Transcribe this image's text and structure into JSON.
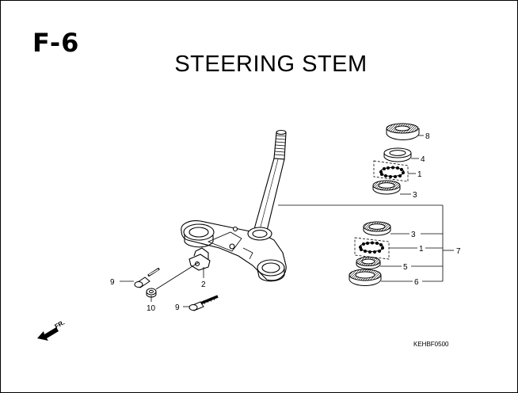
{
  "header": {
    "section_code": "F-6",
    "title": "STEERING STEM"
  },
  "diagram": {
    "code": "KEHBF0500",
    "front_indicator": "FR.",
    "callouts": {
      "c8": "8",
      "c4": "4",
      "c1_upper": "1",
      "c3_upper": "3",
      "c3_lower": "3",
      "c1_lower": "1",
      "c7": "7",
      "c5": "5",
      "c6": "6",
      "c2": "2",
      "c9_left": "9",
      "c10": "10",
      "c9_lower": "9"
    }
  }
}
